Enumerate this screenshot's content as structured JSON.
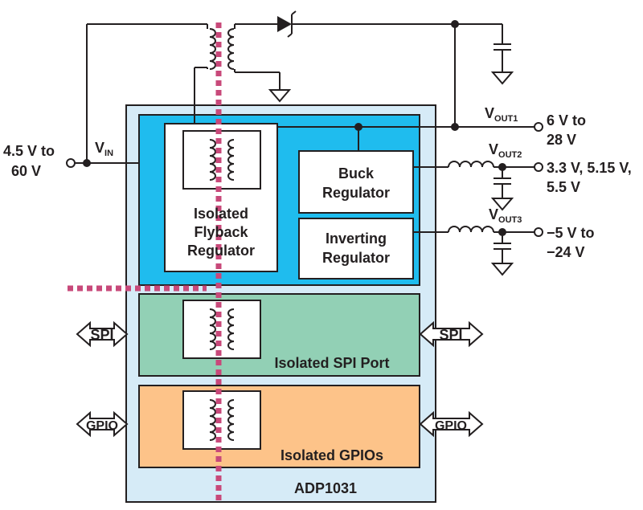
{
  "chip": {
    "name": "ADP1031",
    "blocks": {
      "flyback": [
        "Isolated",
        "Flyback",
        "Regulator"
      ],
      "buck": [
        "Buck",
        "Regulator"
      ],
      "inverting": [
        "Inverting",
        "Regulator"
      ],
      "spi_port": "Isolated SPI Port",
      "gpios": "Isolated GPIOs"
    }
  },
  "input": {
    "range": [
      "4.5 V to",
      "60 V"
    ],
    "label_main": "V",
    "label_sub": "IN"
  },
  "outputs": [
    {
      "label_main": "V",
      "label_sub": "OUT1",
      "range": [
        "6 V to",
        "28 V"
      ]
    },
    {
      "label_main": "V",
      "label_sub": "OUT2",
      "range": [
        "3.3 V, 5.15 V,",
        "5.5 V"
      ]
    },
    {
      "label_main": "V",
      "label_sub": "OUT3",
      "range": [
        "−5 V to",
        "−24 V"
      ]
    }
  ],
  "ports": {
    "spi": "SPI",
    "gpio": "GPIO"
  },
  "colors": {
    "chip_bg": "#d6ebf7",
    "power_block": "#1fbcee",
    "spi_block": "#92d0b5",
    "gpio_block": "#fdc389",
    "isolation_barrier": "#c8497a"
  }
}
